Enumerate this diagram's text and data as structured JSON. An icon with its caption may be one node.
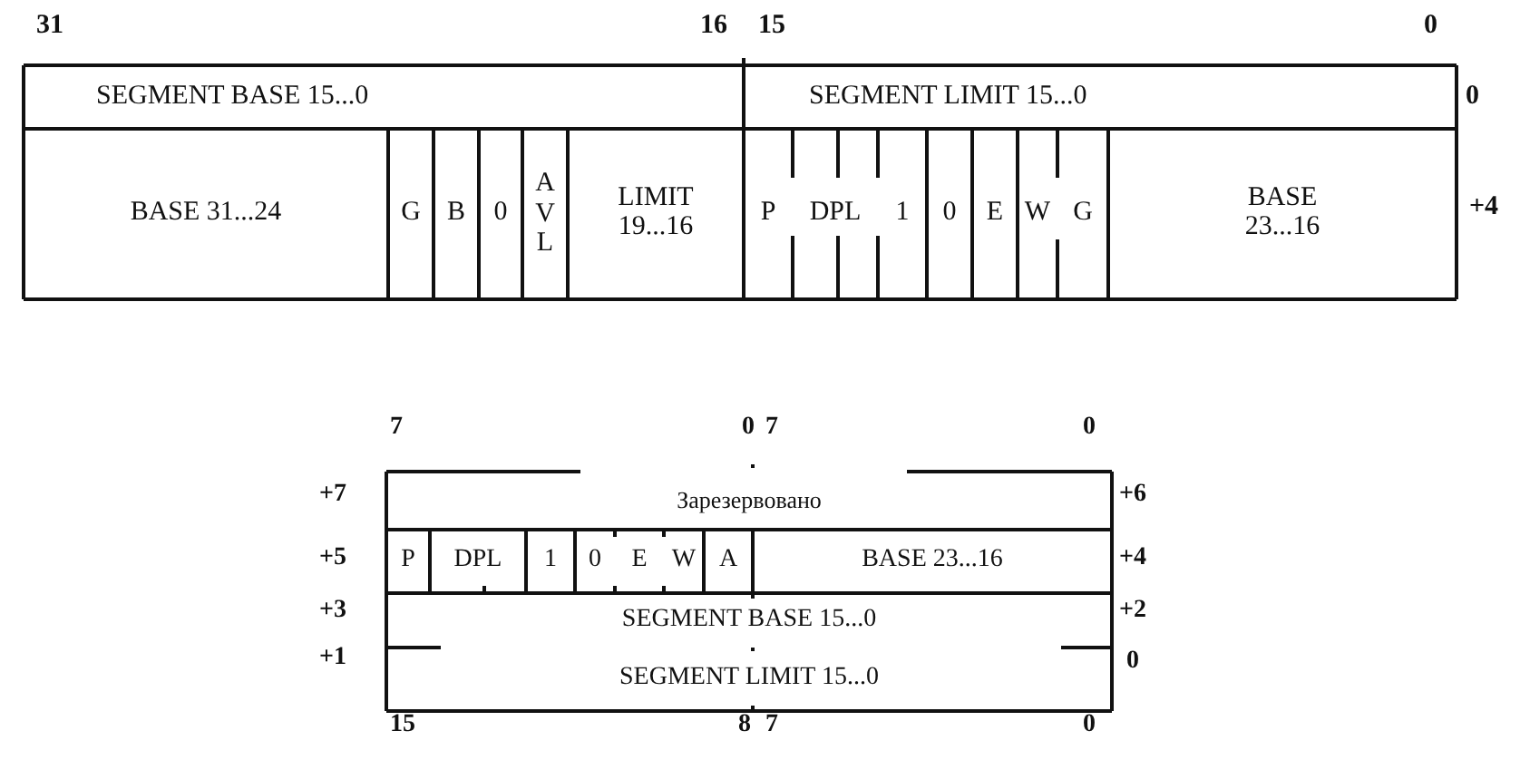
{
  "diagram": {
    "nodes": [
      {
        "text": [
          "SEGMENT BASE 15...0"
        ]
      },
      {
        "text": [
          "SEGMENT LIMIT 15...0"
        ]
      },
      {
        "text": [
          "BASE 31...24"
        ]
      },
      {
        "text": [
          "G"
        ]
      },
      {
        "text": [
          "B"
        ]
      },
      {
        "text": [
          "0"
        ]
      },
      {
        "text": [
          "AVL"
        ]
      },
      {
        "text": [
          "LIMIT 19...16"
        ]
      },
      {
        "text": [
          "P"
        ]
      },
      {
        "text": [
          "DPL"
        ]
      },
      {
        "text": [
          "1"
        ]
      },
      {
        "text": [
          "0"
        ]
      },
      {
        "text": [
          "E"
        ]
      },
      {
        "text": [
          "W"
        ]
      },
      {
        "text": [
          "G"
        ]
      },
      {
        "text": [
          "BASE 23...16"
        ]
      },
      {
        "text": [
          "Зарезервовано"
        ]
      },
      {
        "text": [
          "P"
        ]
      },
      {
        "text": [
          "DPL"
        ]
      },
      {
        "text": [
          "1"
        ]
      },
      {
        "text": [
          "0"
        ]
      },
      {
        "text": [
          "E"
        ]
      },
      {
        "text": [
          "W"
        ]
      },
      {
        "text": [
          "A"
        ]
      },
      {
        "text": [
          "BASE 23...16"
        ]
      },
      {
        "text": [
          "SEGMENT BASE 15...0"
        ]
      },
      {
        "text": [
          "SEGMENT LIMIT 15...0"
        ]
      }
    ],
    "labels": [
      "31",
      "16",
      "15",
      "0",
      "0",
      "+4",
      "7",
      "0",
      "7",
      "0",
      "+7",
      "+6",
      "+5",
      "+4",
      "+3",
      "+2",
      "+1",
      "0",
      "15",
      "8",
      "7",
      "0"
    ]
  }
}
